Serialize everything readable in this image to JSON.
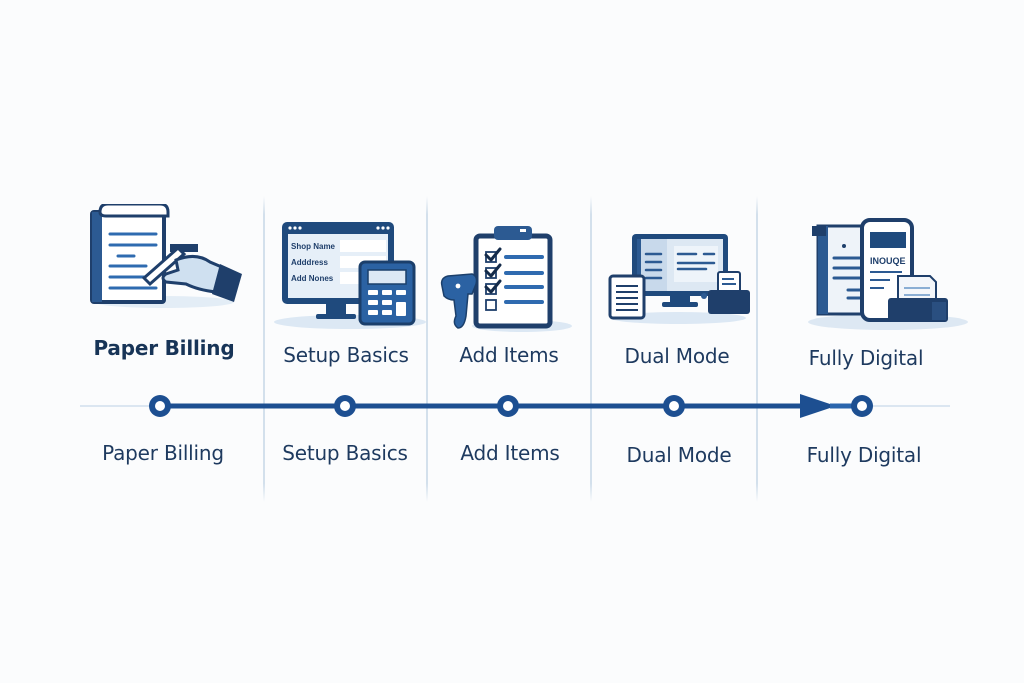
{
  "diagram": {
    "type": "timeline",
    "accent_color": "#1d4f91",
    "dark_color": "#173a66",
    "light_color": "#dbe7f3",
    "steps": [
      {
        "top_label": "Paper Billing",
        "bottom_label": "Paper Billing",
        "icon": "paper-ledger-hand-writing-icon",
        "highlighted": true
      },
      {
        "top_label": "Setup Basics",
        "bottom_label": "Setup Basics",
        "icon": "monitor-form-calculator-icon",
        "form_fields": [
          "Shop Name",
          "Adddress",
          "Add Nones"
        ]
      },
      {
        "top_label": "Add Items",
        "bottom_label": "Add Items",
        "icon": "clipboard-checklist-scanner-icon",
        "checklist": {
          "checked": 3,
          "unchecked": 1
        }
      },
      {
        "top_label": "Dual Mode",
        "bottom_label": "Dual Mode",
        "icon": "monitor-paper-printer-icon"
      },
      {
        "top_label": "Fully Digital",
        "bottom_label": "Fully Digital",
        "icon": "phone-invoice-printer-icon",
        "phone_text": "INOUQE"
      }
    ]
  }
}
